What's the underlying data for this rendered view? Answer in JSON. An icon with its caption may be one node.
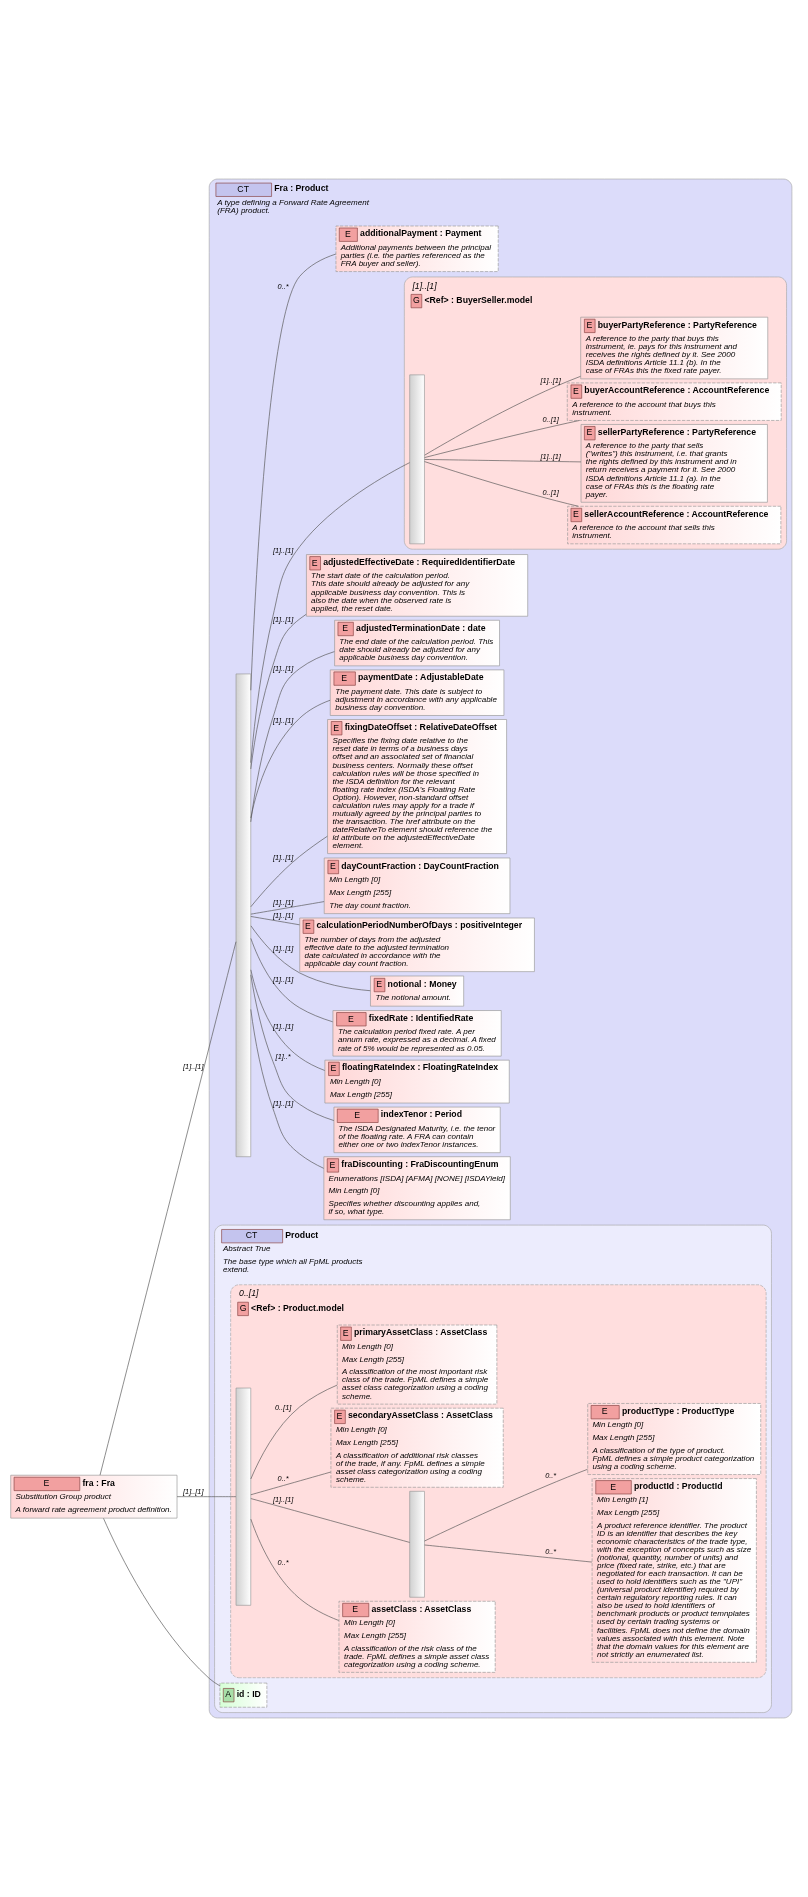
{
  "diagram": {
    "nodes": [
      {
        "text": [
          "E",
          "fra : Fra",
          "Substitution Group product",
          "A forward rate agreement product definition."
        ]
      },
      {
        "text": [
          "CT",
          "Fra : Product",
          "A type defining a Forward Rate Agreement (FRA) product."
        ]
      },
      {
        "text": [
          "CT",
          "Product",
          "Abstract True",
          "The base type which all FpML products extend."
        ],
        "in": 1
      },
      {
        "text": [
          "A",
          "id : ID"
        ],
        "in": 2
      },
      {
        "text": [
          "G",
          "<Ref> : Product.model"
        ],
        "beside": [
          "0..[1]"
        ],
        "in": 2
      },
      {
        "text": [],
        "shape": "bar",
        "in": 4
      },
      {
        "text": [
          "E",
          "primaryAssetClass : AssetClass",
          "Min Length [0]",
          "Max Length [255]",
          "A classification of the most important risk class of the trade. FpML defines a simple asset class categorization using a coding scheme."
        ],
        "in": 4
      },
      {
        "text": [
          "E",
          "secondaryAssetClass : AssetClass",
          "Min Length [0]",
          "Max Length [255]",
          "A classification of additional risk classes of the trade, if any. FpML defines a simple asset class categorization using a coding scheme."
        ],
        "in": 4
      },
      {
        "text": [],
        "shape": "bar",
        "in": 4
      },
      {
        "text": [
          "E",
          "productType : ProductType",
          "Min Length [0]",
          "Max Length [255]",
          "A classification of the type of product. FpML defines a simple product categorization using a coding scheme."
        ],
        "in": 4
      },
      {
        "text": [
          "E",
          "productId : ProductId",
          "Min Length [1]",
          "Max Length [255]",
          "A product reference identifier. The product ID is an identifier that describes the key economic characteristics of the trade type, with the exception of concepts such as size (notional, quantity, number of units) and price (fixed rate, strike, etc.) that are negotiated for each transaction. It can be used to hold identifiers such as the \"UPI\" (universal product identifier) required by certain regulatory reporting rules. It can also be used to hold identifiers of benchmark products or product temnplates used by certain trading systems or facilities. FpML does not define the domain values associated with this element. Note that the domain values for this element are not strictly an enumerated list."
        ],
        "in": 4
      },
      {
        "text": [
          "E",
          "assetClass : AssetClass",
          "Min Length [0]",
          "Max Length [255]",
          "A classification of the risk class of the trade. FpML defines a simple asset class categorization using a coding scheme."
        ],
        "in": 4
      },
      {
        "text": [],
        "shape": "bar",
        "in": 1
      },
      {
        "text": [
          "G",
          "<Ref> : BuyerSeller.model"
        ],
        "beside": [
          "[1]..[1]"
        ],
        "in": 1
      },
      {
        "text": [],
        "shape": "bar",
        "in": 13
      },
      {
        "text": [
          "E",
          "buyerPartyReference : PartyReference",
          "A reference to the party that buys this instrument, ie. pays for this instrument and receives the rights defined by it. See 2000 ISDA definitions Article 11.1 (b). In the case of FRAs this the fixed rate payer."
        ],
        "in": 13
      },
      {
        "text": [
          "E",
          "buyerAccountReference : AccountReference",
          "A reference to the account that buys this instrument."
        ],
        "in": 13
      },
      {
        "text": [
          "E",
          "sellerPartyReference : PartyReference",
          "A reference to the party that sells (\"writes\") this instrument, i.e. that grants the rights defined by this instrument and in return receives a payment for it. See 2000 ISDA definitions Article 11.1 (a). In the case of FRAs this is the floating rate payer."
        ],
        "in": 13
      },
      {
        "text": [
          "E",
          "sellerAccountReference : AccountReference",
          "A reference to the account that sells this instrument."
        ],
        "in": 13
      },
      {
        "text": [
          "E",
          "adjustedEffectiveDate : RequiredIdentifierDate",
          "The start date of the calculation period. This date should already be adjusted for any applicable business day convention. This is also the date when the observed rate is applied, the reset date."
        ],
        "in": 1
      },
      {
        "text": [
          "E",
          "adjustedTerminationDate : date",
          "The end date of the calculation period. This date should already be adjusted for any applicable business day convention."
        ],
        "in": 1
      },
      {
        "text": [
          "E",
          "paymentDate : AdjustableDate",
          "The payment date. This date is subject to adjustment in accordance with any applicable business day convention."
        ],
        "in": 1
      },
      {
        "text": [
          "E",
          "fixingDateOffset : RelativeDateOffset",
          "Specifies the fixing date relative to the reset date in terms of a business days offset and an associated set of financial business centers. Normally these offset calculation rules will be those specified in the ISDA definition for the relevant floating rate index (ISDA's Floating Rate Option). However, non-standard offset calculation rules may apply for a trade if mutually agreed by the principal parties to the transaction. The href attribute on the dateRelativeTo element should reference the id attribute on the adjustedEffectiveDate element."
        ],
        "in": 1
      },
      {
        "text": [
          "E",
          "dayCountFraction : DayCountFraction",
          "Min Length [0]",
          "Max Length [255]",
          "The day count fraction."
        ],
        "in": 1
      },
      {
        "text": [
          "E",
          "calculationPeriodNumberOfDays : positiveInteger",
          "The number of days from the adjusted effective date to the adjusted termination date calculated in accordance with the applicable day count fraction."
        ],
        "in": 1
      },
      {
        "text": [
          "E",
          "notional : Money",
          "The notional amount."
        ],
        "in": 1
      },
      {
        "text": [
          "E",
          "fixedRate : IdentifiedRate",
          "The calculation period fixed rate. A per annum rate, expressed as a decimal. A fixed rate of 5% would be represented as 0.05."
        ],
        "in": 1
      },
      {
        "text": [
          "E",
          "floatingRateIndex : FloatingRateIndex",
          "Min Length [0]",
          "Max Length [255]"
        ],
        "in": 1
      },
      {
        "text": [
          "E",
          "indexTenor : Period",
          "The ISDA Designated Maturity, i.e. the tenor of the floating rate. A FRA can contain either one or two indexTenor instances."
        ],
        "in": 1
      },
      {
        "text": [
          "E",
          "fraDiscounting : FraDiscountingEnum",
          "Enumerations [ISDA] [AFMA] [NONE] [ISDAYield]",
          "Min Length [0]",
          "Specifies whether discounting applies and, if so, what type."
        ],
        "in": 1
      },
      {
        "text": [
          "E",
          "additionalPayment : Payment",
          "Additional payments between the principal parties (i.e. the parties referenced as the FRA buyer and seller)."
        ],
        "in": 1
      }
    ],
    "edges": [
      {
        "from": 0,
        "to": 3,
        "arrow": "none"
      },
      {
        "from": 0,
        "to": 5,
        "arrow": "none",
        "label": "[1]..[1]"
      },
      {
        "from": 5,
        "to": 6,
        "arrow": "none",
        "label": "0..[1]"
      },
      {
        "from": 5,
        "to": 7,
        "arrow": "none",
        "label": "0..*"
      },
      {
        "from": 5,
        "to": 8,
        "arrow": "none",
        "label": "[1]..[1]"
      },
      {
        "from": 8,
        "to": 9,
        "arrow": "none",
        "label": "0..*"
      },
      {
        "from": 8,
        "to": 10,
        "arrow": "none",
        "label": "0..*"
      },
      {
        "from": 5,
        "to": 11,
        "arrow": "none",
        "label": "0..*"
      },
      {
        "from": 0,
        "to": 12,
        "arrow": "none",
        "label": "[1]..[1]"
      },
      {
        "from": 12,
        "to": 14,
        "arrow": "none",
        "label": "[1]..[1]"
      },
      {
        "from": 14,
        "to": 15,
        "arrow": "none",
        "label": "[1]..[1]"
      },
      {
        "from": 14,
        "to": 16,
        "arrow": "none",
        "label": "0..[1]"
      },
      {
        "from": 14,
        "to": 17,
        "arrow": "none",
        "label": "[1]..[1]"
      },
      {
        "from": 14,
        "to": 18,
        "arrow": "none",
        "label": "0..[1]"
      },
      {
        "from": 12,
        "to": 19,
        "arrow": "none",
        "label": "[1]..[1]"
      },
      {
        "from": 12,
        "to": 20,
        "arrow": "none",
        "label": "[1]..[1]"
      },
      {
        "from": 12,
        "to": 21,
        "arrow": "none",
        "label": "[1]..[1]"
      },
      {
        "from": 12,
        "to": 22,
        "arrow": "none",
        "label": "[1]..[1]"
      },
      {
        "from": 12,
        "to": 23,
        "arrow": "none",
        "label": "[1]..[1]"
      },
      {
        "from": 12,
        "to": 24,
        "arrow": "none",
        "label": "[1]..[1]"
      },
      {
        "from": 12,
        "to": 25,
        "arrow": "none",
        "label": "[1]..[1]"
      },
      {
        "from": 12,
        "to": 26,
        "arrow": "none",
        "label": "[1]..[1]"
      },
      {
        "from": 12,
        "to": 27,
        "arrow": "none",
        "label": "[1]..[1]"
      },
      {
        "from": 12,
        "to": 28,
        "arrow": "none",
        "label": "[1]..*"
      },
      {
        "from": 12,
        "to": 29,
        "arrow": "none",
        "label": "[1]..[1]"
      },
      {
        "from": 12,
        "to": 30,
        "arrow": "none",
        "label": "0..*"
      }
    ]
  }
}
